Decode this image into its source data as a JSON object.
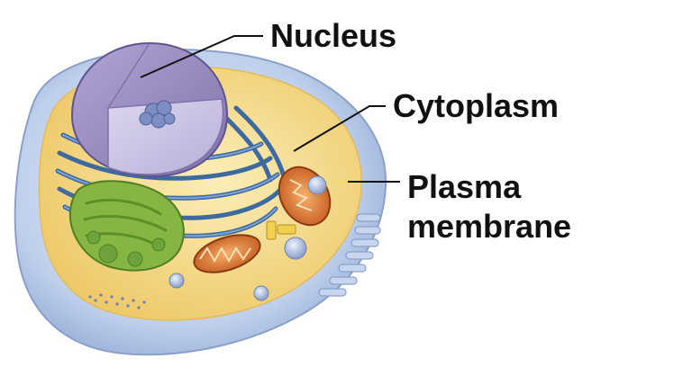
{
  "labels": {
    "nucleus": "Nucleus",
    "cytoplasm": "Cytoplasm",
    "plasma_membrane_line1": "Plasma",
    "plasma_membrane_line2": "membrane"
  },
  "colors": {
    "membrane": "#b9c9e6",
    "cytoplasm": "#f3d98a",
    "nucleus": "#9a8fc2",
    "nucleus_cut": "#c9c3e3",
    "er": "#3f6a9c",
    "golgi": "#7aa83a",
    "mitochondria": "#d8742c",
    "leader_line": "#111111"
  },
  "icons": {
    "cell": "eukaryotic-cell-illustration"
  }
}
